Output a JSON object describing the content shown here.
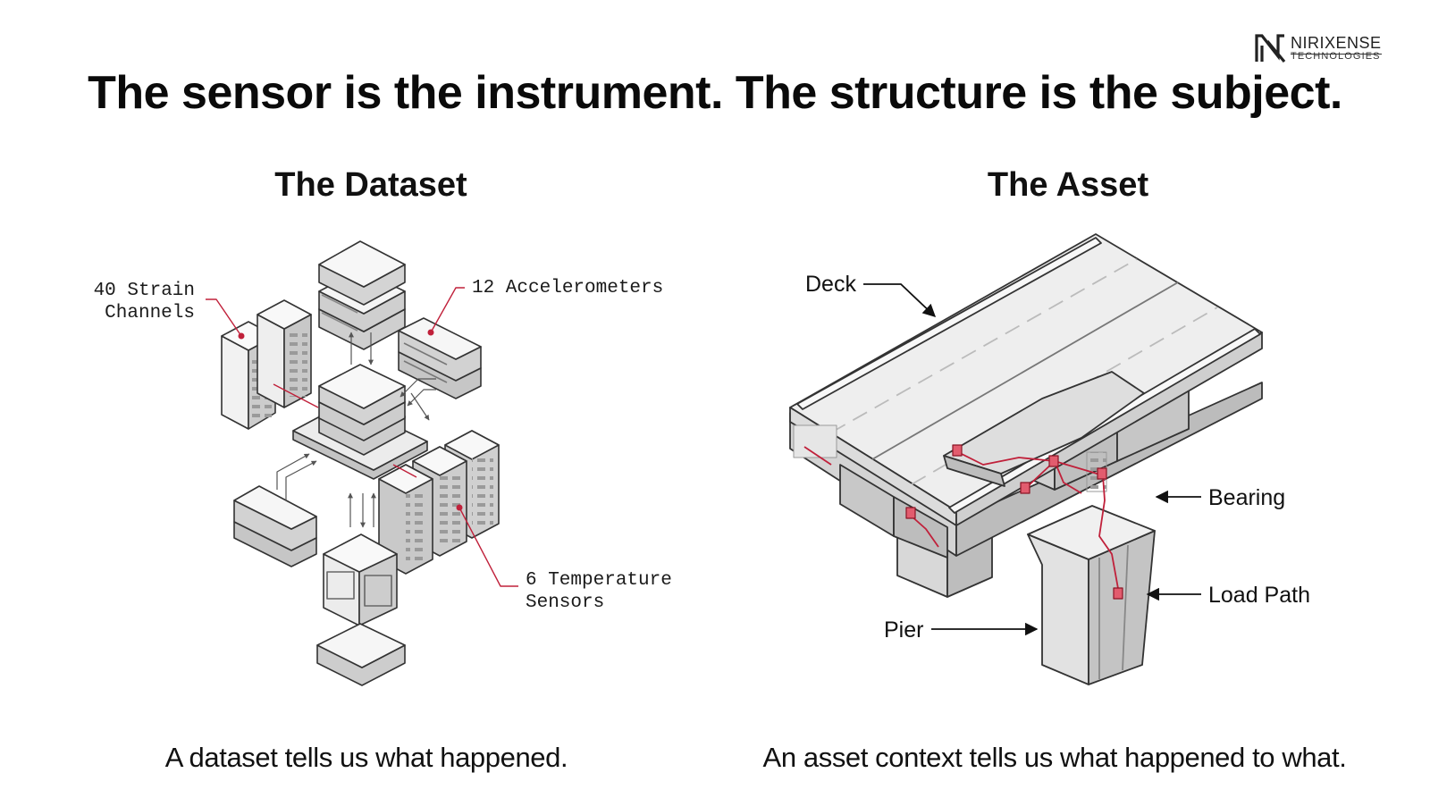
{
  "brand": {
    "name": "NIRIXENSE",
    "sub": "TECHNOLOGIES",
    "logo_icon": "nx-monogram-icon"
  },
  "headline": "The sensor is the instrument. The structure is the subject.",
  "dataset": {
    "title": "The Dataset",
    "labels": {
      "strain_line1": "40 Strain",
      "strain_line2": "Channels",
      "accelerometers": "12 Accelerometers",
      "temp_line1": "6 Temperature",
      "temp_line2": "Sensors"
    },
    "caption": "A dataset tells us what happened."
  },
  "asset": {
    "title": "The Asset",
    "labels": {
      "deck": "Deck",
      "bearing": "Bearing",
      "load_path": "Load Path",
      "pier": "Pier"
    },
    "caption": "An asset context tells us what happened to what."
  },
  "colors": {
    "sensor_red": "#c0203a",
    "line_gray": "#333333",
    "face_light": "#f4f4f4",
    "face_mid": "#d6d6d6",
    "face_dark": "#b8b8b8"
  }
}
